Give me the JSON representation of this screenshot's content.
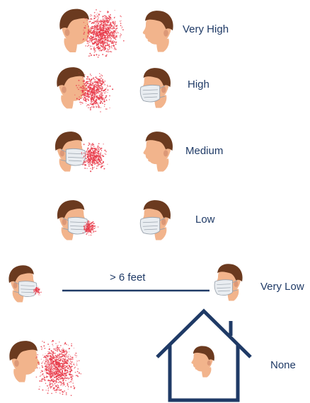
{
  "colors": {
    "hair": "#6b3a1f",
    "skin": "#f2b48c",
    "skin_shadow": "#dc9877",
    "mask": "#e9edf1",
    "mask_stroke": "#9aa3ad",
    "particles": "#e83b4a",
    "text": "#1f3a66",
    "line": "#1f3a66"
  },
  "rows": [
    {
      "label": "Very High"
    },
    {
      "label": "High"
    },
    {
      "label": "Medium"
    },
    {
      "label": "Low"
    },
    {
      "label": "Very Low",
      "distance_label": "> 6 feet"
    },
    {
      "label": "None"
    }
  ]
}
